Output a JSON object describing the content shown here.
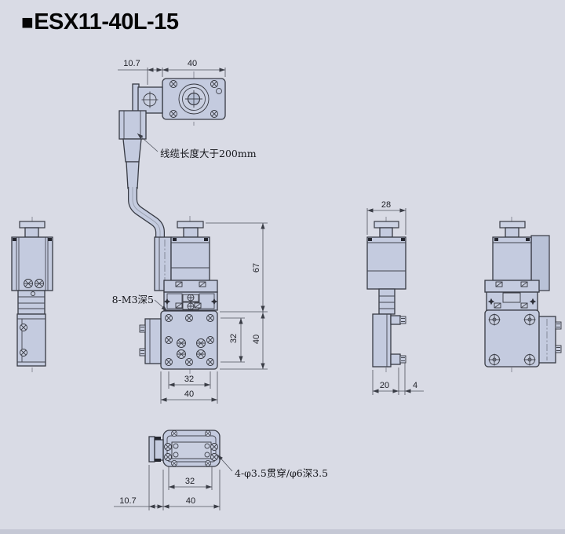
{
  "title": {
    "marker": "■",
    "model": "ESX11-40L-15"
  },
  "notes": {
    "cable": "线缆长度大于200mm",
    "tapped_holes": "8-M3深5",
    "through_holes": "4-φ3.5贯穿/φ6深3.5"
  },
  "dims": {
    "top_offset": "10.7",
    "top_width": "40",
    "front_height": "67",
    "front_slide": "32",
    "front_body": "40",
    "front_holes": "32",
    "front_width": "40",
    "side_depth": "28",
    "side_base": "20",
    "side_tab": "4",
    "bottom_holes": "32",
    "bottom_width": "40",
    "bottom_offset": "10.7"
  },
  "colors": {
    "background": "#d9dbe5",
    "part_fill": "#c4cbdf",
    "outline": "#383b44",
    "dimension_lines": "#4e525c",
    "text": "#16171c"
  }
}
